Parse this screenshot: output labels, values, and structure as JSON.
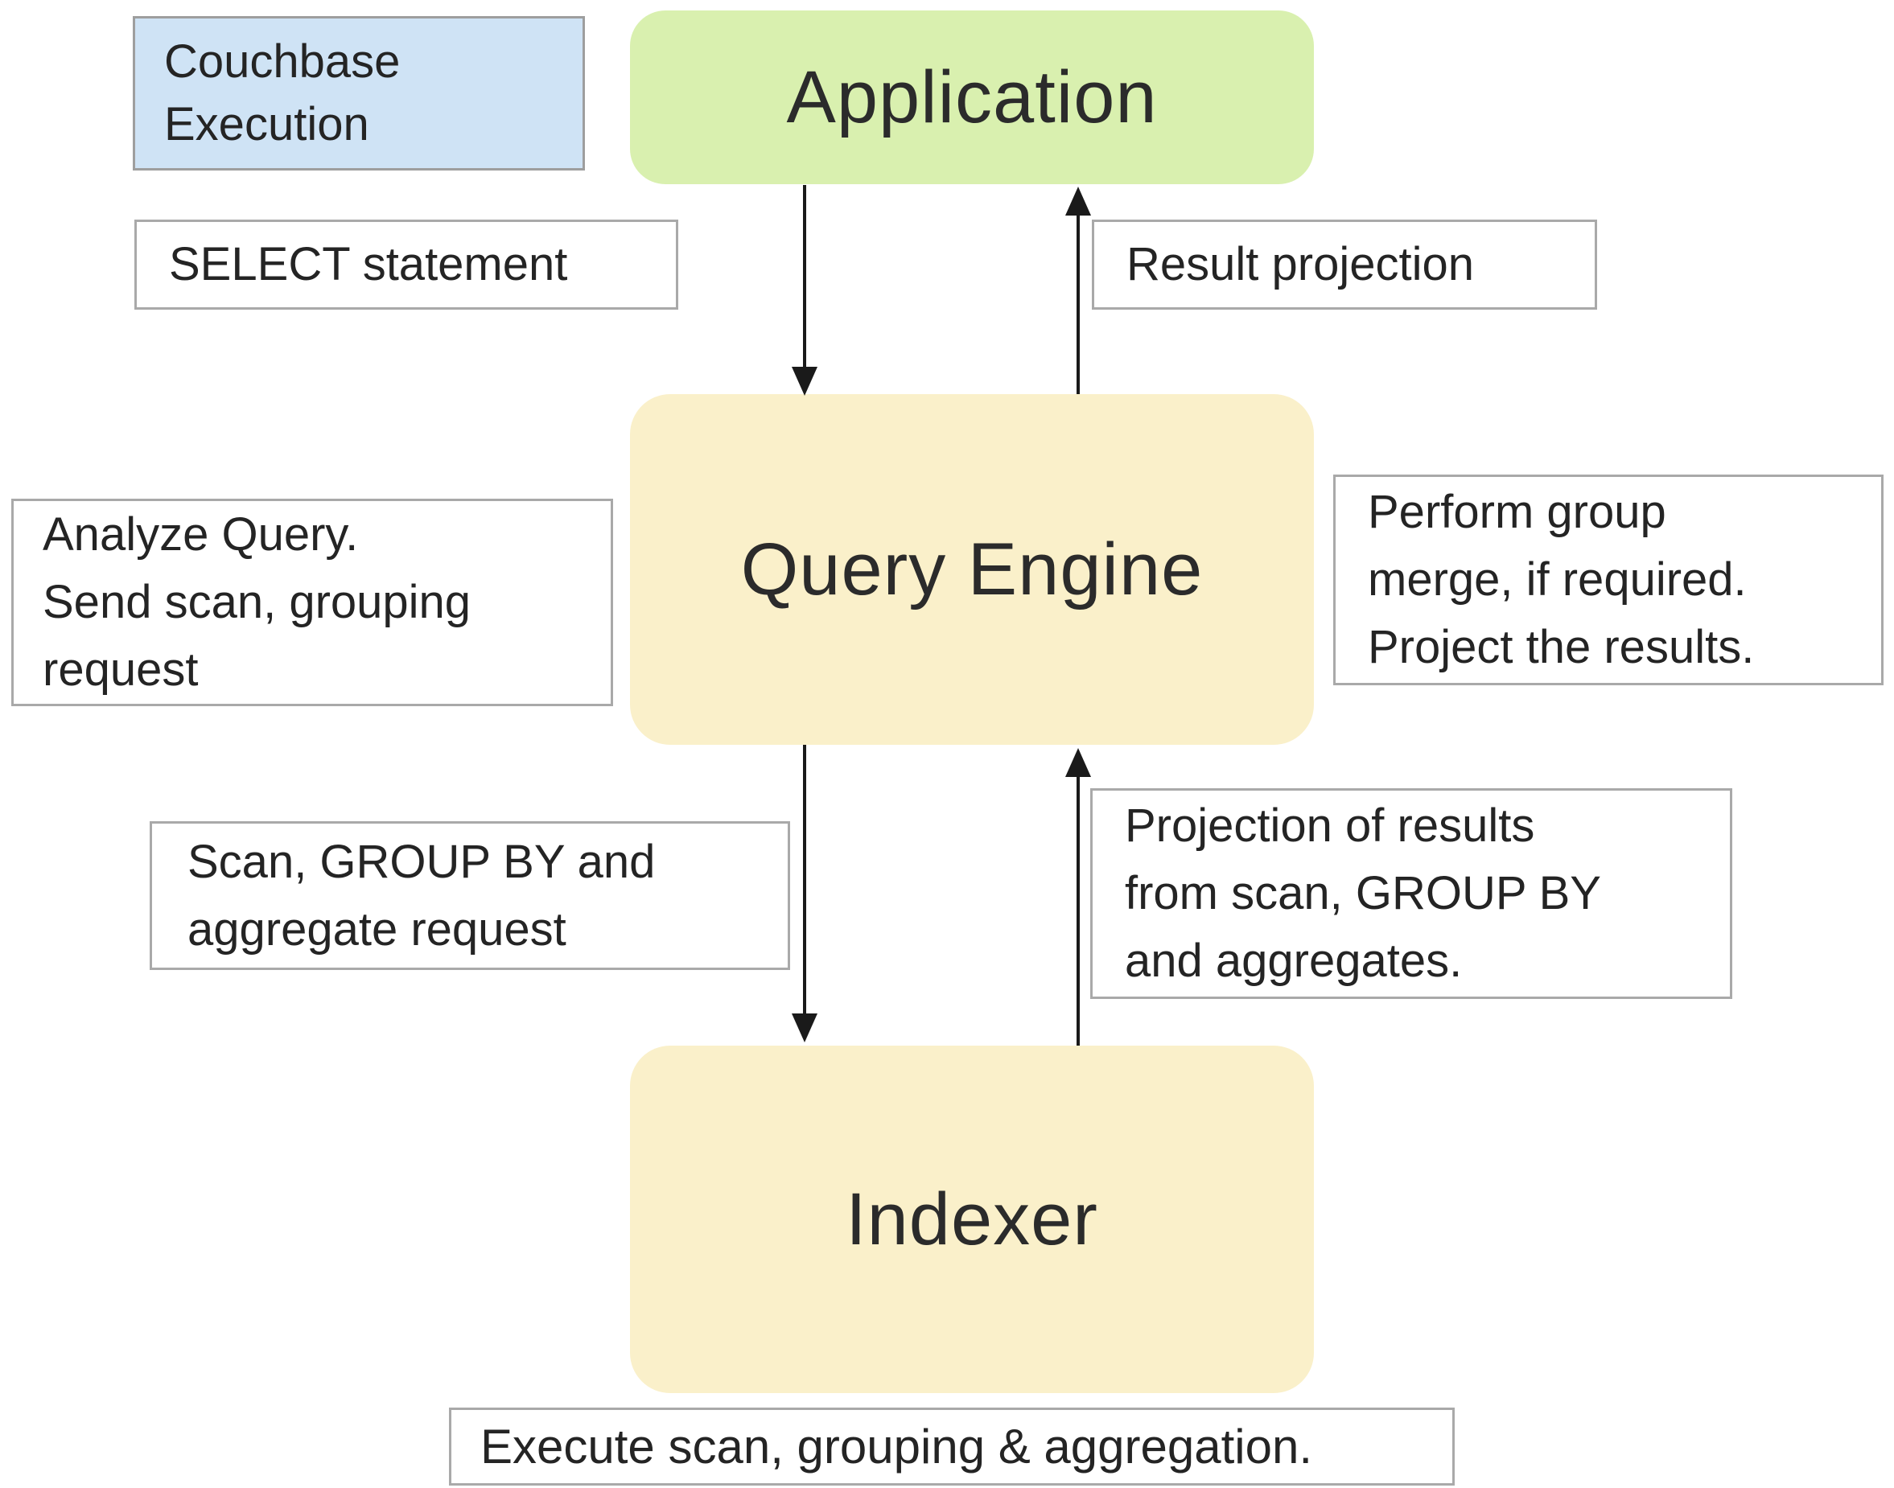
{
  "legend": {
    "lines": [
      "Couchbase",
      "Execution"
    ]
  },
  "nodes": {
    "application": {
      "label": "Application"
    },
    "query_engine": {
      "label": "Query Engine"
    },
    "indexer": {
      "label": "Indexer"
    }
  },
  "annotations": {
    "select_statement": [
      "SELECT statement"
    ],
    "result_projection": [
      "Result projection"
    ],
    "analyze_query": [
      "Analyze Query.",
      "Send scan, grouping",
      "request"
    ],
    "perform_group_merge": [
      "Perform group",
      "merge, if required.",
      "Project the results."
    ],
    "scan_group_by": [
      "Scan, GROUP BY and",
      "aggregate request"
    ],
    "projection_of_results": [
      "Projection of results",
      "from scan, GROUP BY",
      "and aggregates."
    ],
    "execute_scan": [
      "Execute scan, grouping & aggregation."
    ]
  },
  "edges": [
    {
      "from": "application",
      "to": "query_engine",
      "direction": "down"
    },
    {
      "from": "query_engine",
      "to": "application",
      "direction": "up"
    },
    {
      "from": "query_engine",
      "to": "indexer",
      "direction": "down"
    },
    {
      "from": "indexer",
      "to": "query_engine",
      "direction": "up"
    }
  ],
  "colors": {
    "legend-fill": "#cfe3f5",
    "app-fill": "#d9f0af",
    "node-fill": "#faf0ca",
    "box-border": "#a9a9a9",
    "legend-border": "#9e9e9e",
    "arrow": "#1a1a1a",
    "text": "#242424"
  }
}
